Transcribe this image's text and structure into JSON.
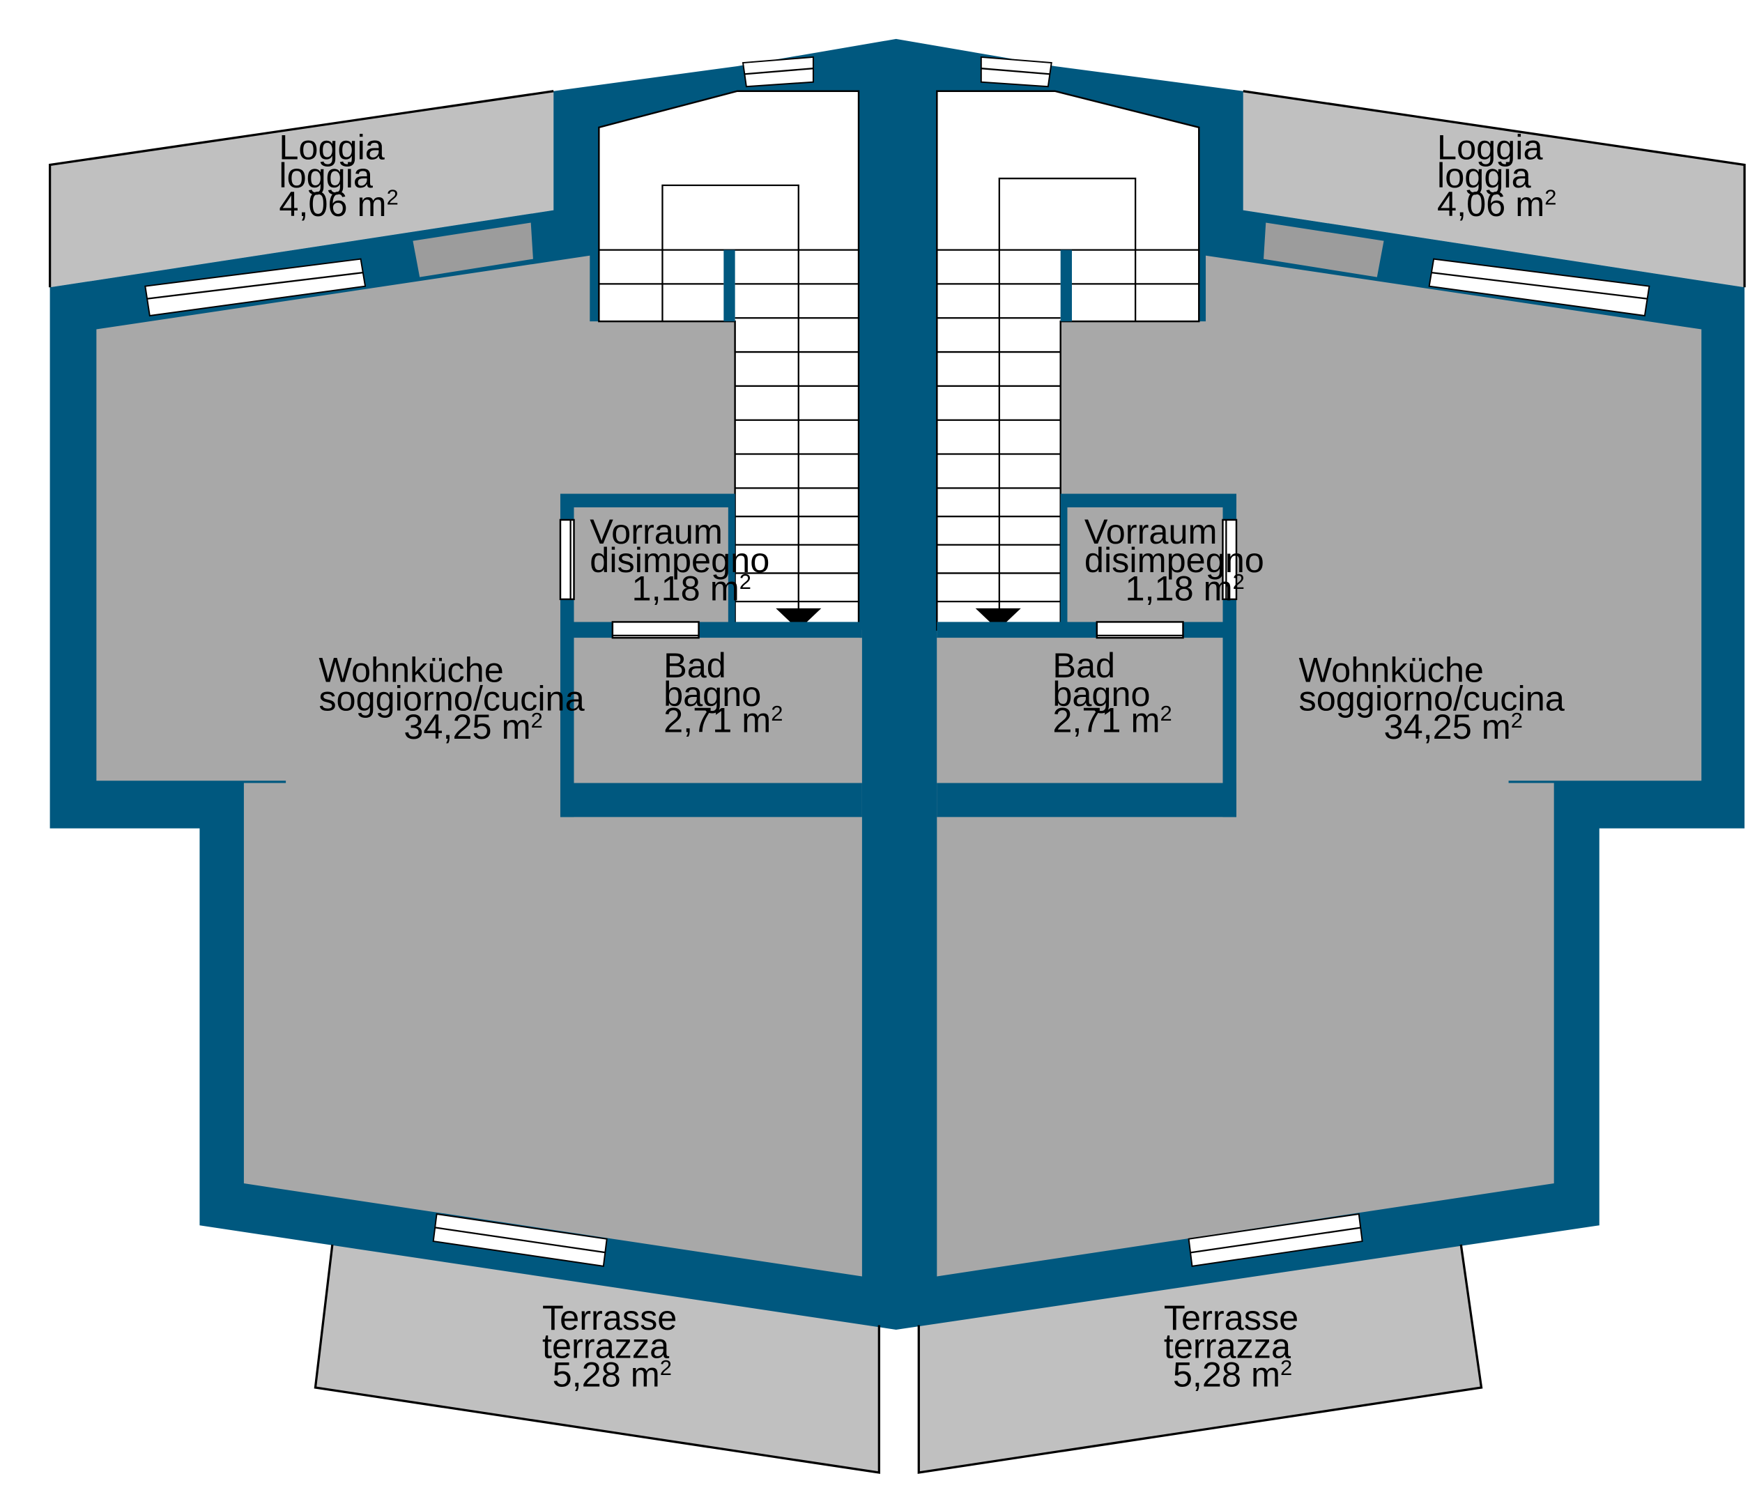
{
  "colors": {
    "wall": "#00587F",
    "room_floor": "#A8A8A8",
    "outdoor_floor": "#C0C0C0",
    "passage_floor": "#9C9C9C",
    "stair_floor": "#FFFFFF",
    "line": "#000000"
  },
  "icons": {
    "stair_direction": "triangle-down-icon"
  },
  "units": {
    "left": {
      "loggia": {
        "name_de": "Loggia",
        "name_it": "loggia",
        "area": "4,06 m",
        "area_exp": "2"
      },
      "living": {
        "name_de": "Wohnküche",
        "name_it": "soggiorno/cucina",
        "area": "34,25 m",
        "area_exp": "2"
      },
      "vestibule": {
        "name_de": "Vorraum",
        "name_it": "disimpegno",
        "area": "1,18 m",
        "area_exp": "2"
      },
      "bath": {
        "name_de": "Bad",
        "name_it": "bagno",
        "area": "2,71 m",
        "area_exp": "2"
      },
      "terrace": {
        "name_de": "Terrasse",
        "name_it": "terrazza",
        "area": "5,28 m",
        "area_exp": "2"
      }
    },
    "right": {
      "loggia": {
        "name_de": "Loggia",
        "name_it": "loggia",
        "area": "4,06 m",
        "area_exp": "2"
      },
      "living": {
        "name_de": "Wohnküche",
        "name_it": "soggiorno/cucina",
        "area": "34,25 m",
        "area_exp": "2"
      },
      "vestibule": {
        "name_de": "Vorraum",
        "name_it": "disimpegno",
        "area": "1,18 m",
        "area_exp": "2"
      },
      "bath": {
        "name_de": "Bad",
        "name_it": "bagno",
        "area": "2,71 m",
        "area_exp": "2"
      },
      "terrace": {
        "name_de": "Terrasse",
        "name_it": "terrazza",
        "area": "5,28 m",
        "area_exp": "2"
      }
    }
  }
}
